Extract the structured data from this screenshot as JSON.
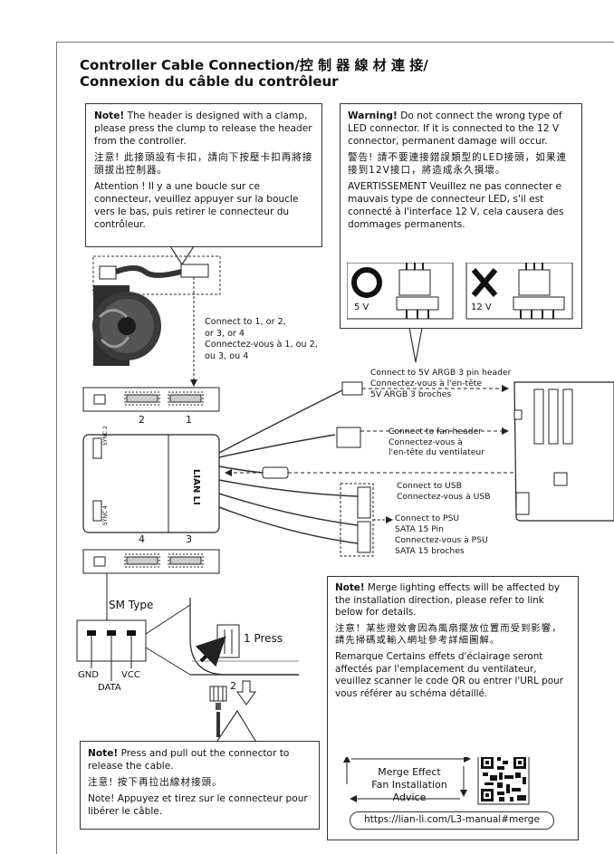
{
  "title": {
    "line1": "Controller Cable Connection/控 制 器 線 材 連 接/",
    "line2": "Connexion du câble du contrôleur"
  },
  "note_clamp": {
    "prefix": "Note!",
    "en": "The header is designed with a clamp, please press the clump to release the header from the controller.",
    "zh": "注意! 此接頭設有卡扣，請向下按壓卡扣再將接頭拔出控制器。",
    "fr": "Attention ! Il y a une boucle sur ce connecteur, veuillez appuyer sur la boucle vers le bas, puis retirer le connecteur du contrôleur."
  },
  "warning": {
    "prefix": "Warning!",
    "en": "Do not connect the wrong type of LED connector. If it is connected to the 12 V connector, permanent damage will occur.",
    "zh": "警告! 請不要連接錯誤類型的LED接頭，如果連接到12V接口，將造成永久損壞。",
    "fr": "AVERTISSEMENT Veuillez ne pas connecter e mauvais type de connecteur LED, s'il est connecté à l'interface 12 V, cela causera des dommages permanents.",
    "ok_label": "5 V",
    "bad_label": "12 V"
  },
  "labels": {
    "connect_ports": [
      "Connect  to 1, or 2,",
      "or 3, or 4",
      "Connectez-vous à 1, ou 2,",
      "ou 3, ou 4"
    ],
    "argb": [
      "Connect to 5V ARGB 3 pin header",
      "Connectez-vous à l'en-tête",
      "5V ARGB 3 broches"
    ],
    "fan": [
      "Connect to fan header",
      "Connectez-vous à",
      "l'en-tête du ventilateur"
    ],
    "usb": [
      "Connect to USB",
      "Connectez-vous à USB"
    ],
    "psu": [
      "Connect  to PSU",
      "SATA 15 Pin",
      "Connectez-vous à PSU",
      "SATA 15 broches"
    ],
    "port_numbers": [
      "2",
      "1",
      "4",
      "3"
    ],
    "sync2": "SYNC 2",
    "sync4": "SYNC 4",
    "brand": "LIAN LI",
    "sm_type": "SM Type",
    "gnd": "GND",
    "data": "DATA",
    "vcc": "VCC",
    "press": "1  Press",
    "step2": "2"
  },
  "note_pull": {
    "prefix": "Note!",
    "en": "Press and pull out the connector to release the cable.",
    "zh": "注意! 按下再拉出線材接頭。",
    "fr": "Note! Appuyez et tirez sur le connecteur pour libérer le câble."
  },
  "note_merge": {
    "prefix": "Note!",
    "en": "Merge lighting effects will be affected by the installation direction, please refer to link below for details.",
    "zh": "注意！某些燈效會因為風扇擺放位置而受到影響，請先掃碼或輸入網址參考詳細圖解。",
    "fr": "Remarque Certains effets d'éclairage seront affectés par l'emplacement du ventilateur, veuillez scanner le code QR ou entrer l'URL pour vous référer au schéma détaillé.",
    "merge_lines": [
      "Merge Effect",
      "Fan Installation",
      "Advice"
    ],
    "url": "https://lian-li.com/L3-manual#merge"
  }
}
